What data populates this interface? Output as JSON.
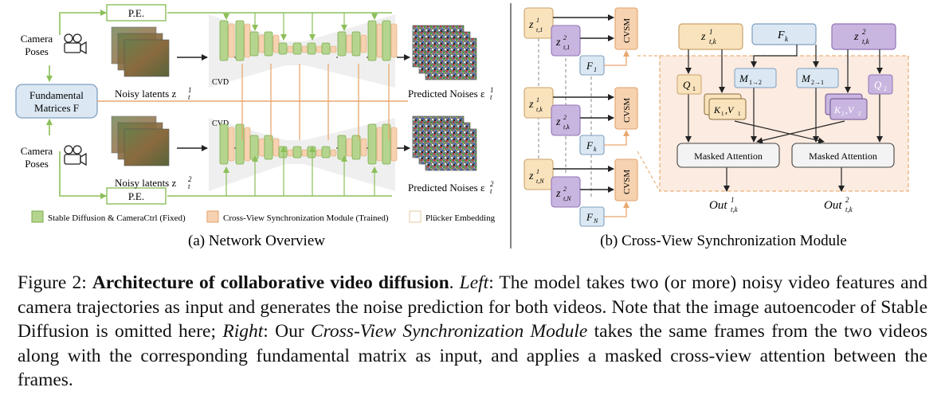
{
  "left_panel": {
    "camera_poses_top": [
      "Camera",
      "Poses"
    ],
    "camera_poses_bottom": [
      "Camera",
      "Poses"
    ],
    "fundamental": [
      "Fundamental",
      "Matrices F"
    ],
    "pe_top": "P.E.",
    "pe_bottom": "P.E.",
    "noisy_top": "Noisy latents z",
    "noisy_bottom": "Noisy latents z",
    "cvd_top": "CVD",
    "cvd_bottom": "CVD",
    "pred_top": "Predicted Noises ε",
    "pred_bottom": "Predicted Noises ε",
    "legend": {
      "green": "Stable Diffusion & CameraCtrl (Fixed)",
      "orange": "Cross-View Synchronization Module (Trained)",
      "white": "Plücker Embedding"
    },
    "subcaption": "(a) Network Overview"
  },
  "right_panel": {
    "cvsm_label": "CVSM",
    "rows": [
      "1",
      "k",
      "N"
    ],
    "mask_top_right": "M",
    "masked_attention": "Masked Attention",
    "subcaption": "(b) Cross-View Synchronization Module"
  },
  "caption": {
    "prefix": "Figure 2: ",
    "title": "Architecture of collaborative video diffusion",
    "after_title": ". ",
    "left_word": "Left",
    "left_text": ": The model takes two (or more) noisy video features and camera trajectories as input and generates the noise prediction for both videos. Note that the image autoencoder of Stable Diffusion is omitted here; ",
    "right_word": "Right",
    "right_text1": ": Our ",
    "module_name": "Cross-View Synchronization Module",
    "right_text2": " takes the same frames from the two videos along with the corresponding fundamental matrix as input, and applies a masked cross-view attention between the frames."
  },
  "colors": {
    "green": "#b5d58f",
    "green_edge": "#7aab4a",
    "orange": "#f6d2b1",
    "orange_edge": "#e3a26a",
    "blue": "#dbe8f3",
    "blue_edge": "#7f9fbf",
    "purple": "#c9b6e0",
    "beige": "#f8e3bd"
  }
}
